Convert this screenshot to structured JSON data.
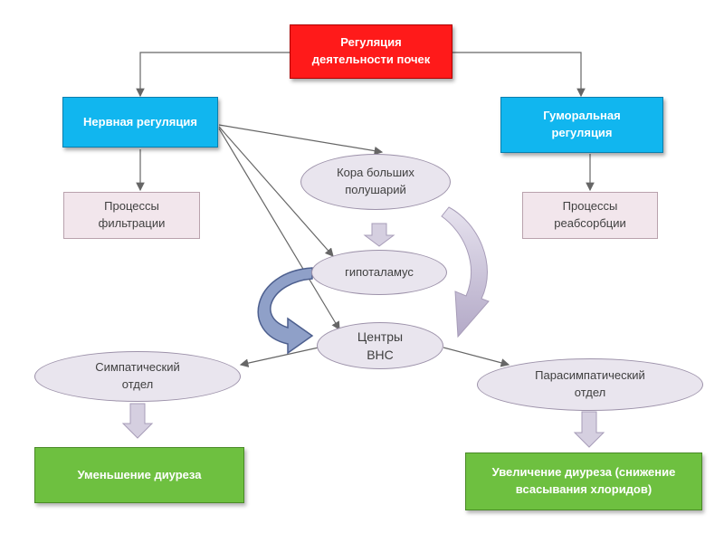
{
  "nodes": {
    "root": "Регуляция\nдеятельности почек",
    "nervous": "Нервная регуляция",
    "humoral": "Гуморальная\nрегуляция",
    "filtration": "Процессы\nфильтрации",
    "reabsorption": "Процессы\nреабсорбции",
    "cortex": "Кора больших\nполушарий",
    "hypothalamus": "гипоталамус",
    "ans_centers": "Центры\nВНС",
    "sympathetic": "Симпатический\nотдел",
    "parasympathetic": "Парасимпатический\nотдел",
    "decrease": "Уменьшение диуреза",
    "increase": "Увеличение диуреза (снижение\nвсасывания хлоридов)"
  },
  "colors": {
    "root": "#ff1a1a",
    "regulation_boxes": "#11b6ef",
    "process_boxes": "#f2e6ec",
    "ellipses": "#e9e5ee",
    "outcome_boxes": "#6ec040",
    "connectors": "#666666"
  }
}
